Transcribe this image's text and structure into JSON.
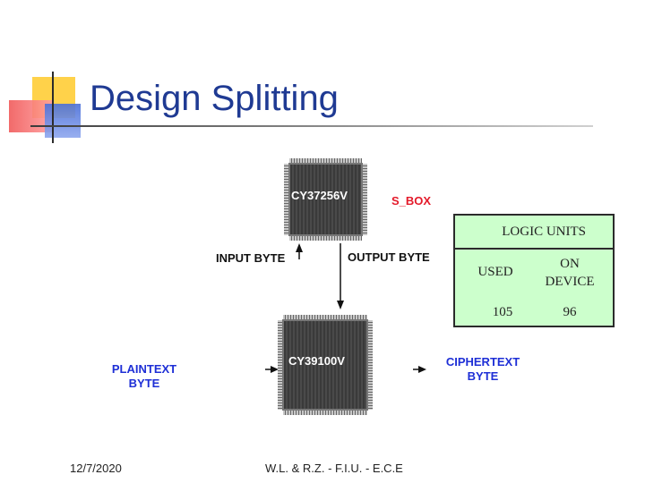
{
  "slide": {
    "title": "Design Splitting",
    "footer_date": "12/7/2020",
    "footer_credit": "W.L. & R.Z. - F.I.U. - E.C.E"
  },
  "diagram": {
    "chip_top_label": "CY37256V",
    "sbox_label": "S_BOX",
    "input_label": "INPUT BYTE",
    "output_label": "OUTPUT BYTE",
    "chip_bottom_label": "CY39100V",
    "plaintext_line1": "PLAINTEXT",
    "plaintext_line2": "BYTE",
    "ciphertext_line1": "CIPHERTEXT",
    "ciphertext_line2": "BYTE"
  },
  "table": {
    "header": "LOGIC UNITS",
    "col1_header": "USED",
    "col2_header_line1": "ON",
    "col2_header_line2": "DEVICE",
    "used_value": "105",
    "device_value": "96"
  },
  "colors": {
    "title": "#1f3a93",
    "label_blue": "#1e2fd6",
    "label_red": "#e41a2a",
    "table_bg": "#ccffcc"
  }
}
